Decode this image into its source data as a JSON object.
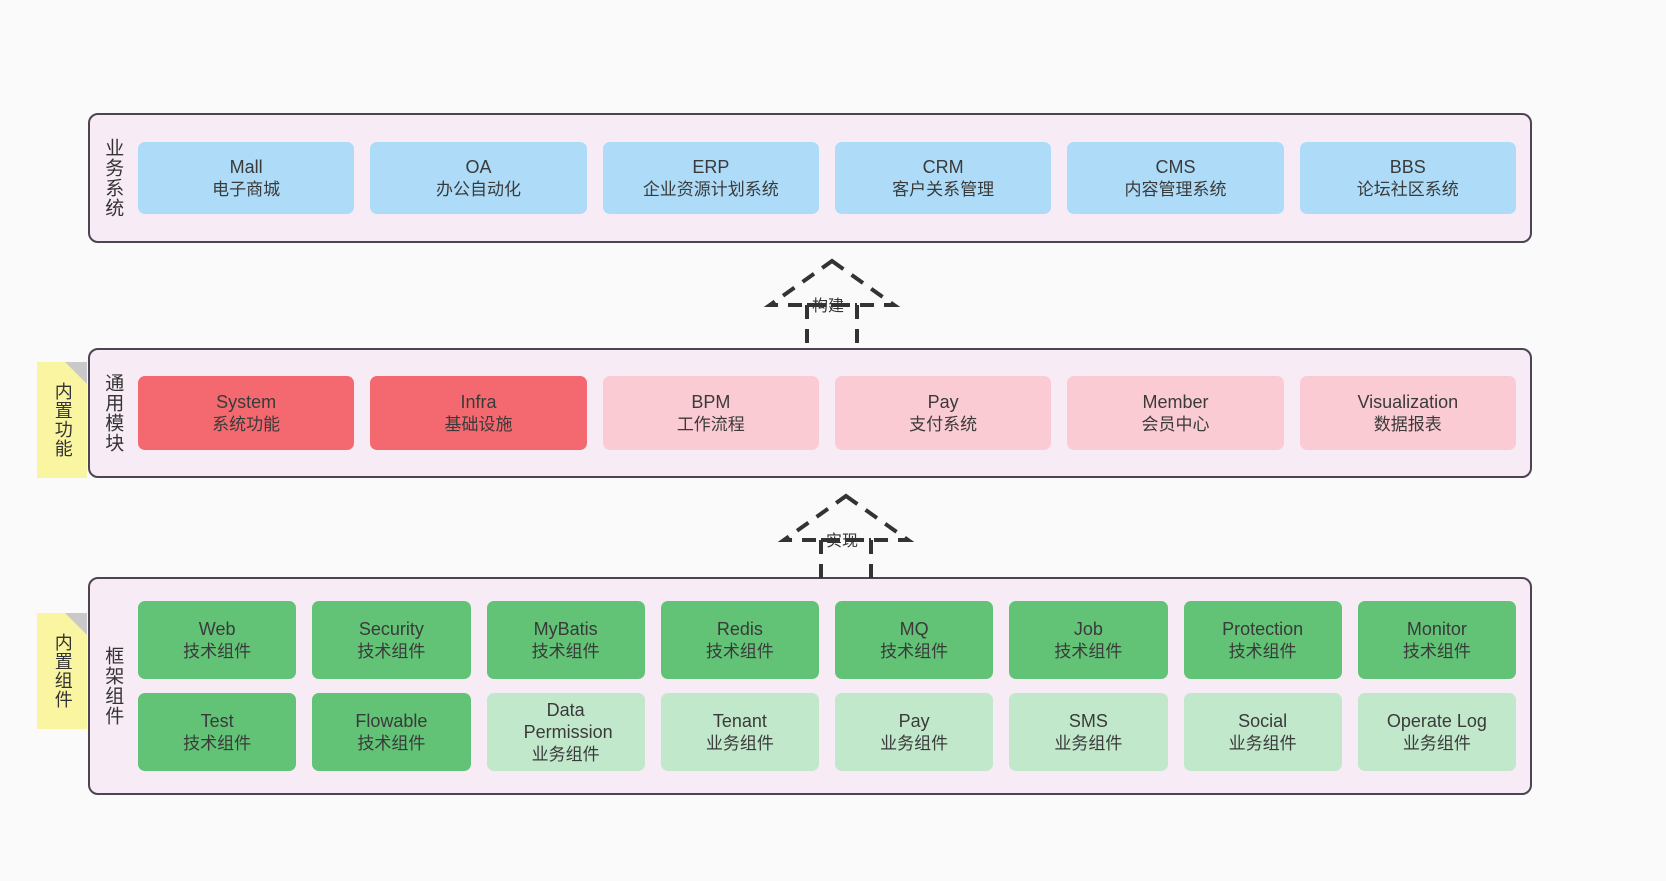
{
  "diagram": {
    "background": "#FAFAFA",
    "container_fill": "#F7EBF5",
    "container_border": "#4D4453"
  },
  "layers": [
    {
      "key": "business",
      "label": "业务系统",
      "note": null,
      "rows": [
        {
          "cells": [
            {
              "t1": "Mall",
              "t2": "电子商城",
              "color": "#AEDCF8",
              "style": "c-blue"
            },
            {
              "t1": "OA",
              "t2": "办公自动化",
              "color": "#AEDCF8",
              "style": "c-blue"
            },
            {
              "t1": "ERP",
              "t2": "企业资源计划系统",
              "color": "#AEDCF8",
              "style": "c-blue"
            },
            {
              "t1": "CRM",
              "t2": "客户关系管理",
              "color": "#AEDCF8",
              "style": "c-blue"
            },
            {
              "t1": "CMS",
              "t2": "内容管理系统",
              "color": "#AEDCF8",
              "style": "c-blue"
            },
            {
              "t1": "BBS",
              "t2": "论坛社区系统",
              "color": "#AEDCF8",
              "style": "c-blue"
            }
          ]
        }
      ]
    },
    {
      "key": "common",
      "label": "通用模块",
      "note": {
        "text": "内置功能",
        "color": "#FAF5A0"
      },
      "rows": [
        {
          "cells": [
            {
              "t1": "System",
              "t2": "系统功能",
              "color": "#F4696F",
              "style": "c-red"
            },
            {
              "t1": "Infra",
              "t2": "基础设施",
              "color": "#F4696F",
              "style": "c-red"
            },
            {
              "t1": "BPM",
              "t2": "工作流程",
              "color": "#FBCBD3",
              "style": "c-pink"
            },
            {
              "t1": "Pay",
              "t2": "支付系统",
              "color": "#FBCBD3",
              "style": "c-pink"
            },
            {
              "t1": "Member",
              "t2": "会员中心",
              "color": "#FBCBD3",
              "style": "c-pink"
            },
            {
              "t1": "Visualization",
              "t2": "数据报表",
              "color": "#FBCBD3",
              "style": "c-pink"
            }
          ]
        }
      ]
    },
    {
      "key": "framework",
      "label": "框架组件",
      "note": {
        "text": "内置组件",
        "color": "#FAF5A0"
      },
      "rows": [
        {
          "cells": [
            {
              "t1": "Web",
              "t2": "技术组件",
              "color": "#62C276",
              "style": "c-green"
            },
            {
              "t1": "Security",
              "t2": "技术组件",
              "color": "#62C276",
              "style": "c-green"
            },
            {
              "t1": "MyBatis",
              "t2": "技术组件",
              "color": "#62C276",
              "style": "c-green"
            },
            {
              "t1": "Redis",
              "t2": "技术组件",
              "color": "#62C276",
              "style": "c-green"
            },
            {
              "t1": "MQ",
              "t2": "技术组件",
              "color": "#62C276",
              "style": "c-green"
            },
            {
              "t1": "Job",
              "t2": "技术组件",
              "color": "#62C276",
              "style": "c-green"
            },
            {
              "t1": "Protection",
              "t2": "技术组件",
              "color": "#62C276",
              "style": "c-green"
            },
            {
              "t1": "Monitor",
              "t2": "技术组件",
              "color": "#62C276",
              "style": "c-green"
            }
          ]
        },
        {
          "cells": [
            {
              "t1": "Test",
              "t2": "技术组件",
              "color": "#62C276",
              "style": "c-green"
            },
            {
              "t1": "Flowable",
              "t2": "技术组件",
              "color": "#62C276",
              "style": "c-green"
            },
            {
              "t1": "Data Permission",
              "t2": "业务组件",
              "color": "#C2E8CC",
              "style": "c-lgreen"
            },
            {
              "t1": "Tenant",
              "t2": "业务组件",
              "color": "#C2E8CC",
              "style": "c-lgreen"
            },
            {
              "t1": "Pay",
              "t2": "业务组件",
              "color": "#C2E8CC",
              "style": "c-lgreen"
            },
            {
              "t1": "SMS",
              "t2": "业务组件",
              "color": "#C2E8CC",
              "style": "c-lgreen"
            },
            {
              "t1": "Social",
              "t2": "业务组件",
              "color": "#C2E8CC",
              "style": "c-lgreen"
            },
            {
              "t1": "Operate Log",
              "t2": "业务组件",
              "color": "#C2E8CC",
              "style": "c-lgreen"
            }
          ]
        }
      ]
    }
  ],
  "connectors": [
    {
      "key": "build",
      "label": "构建",
      "from": "common",
      "to": "business"
    },
    {
      "key": "realize",
      "label": "实现",
      "from": "framework",
      "to": "common"
    }
  ]
}
